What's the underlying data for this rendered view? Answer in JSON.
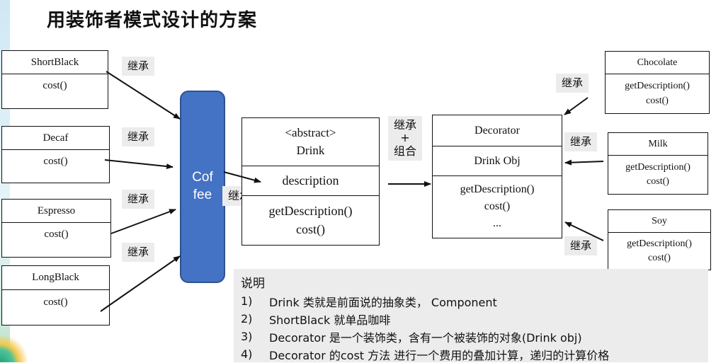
{
  "title": "用装饰者模式设计的方案",
  "inherit_label": "继承",
  "inherit_compose_label": [
    "继承",
    "+",
    "组合"
  ],
  "coffee_label": [
    "Cof",
    "fee"
  ],
  "left_classes": [
    {
      "name": "ShortBlack",
      "method": "cost()"
    },
    {
      "name": "Decaf",
      "method": "cost()"
    },
    {
      "name": "Espresso",
      "method": "cost()"
    },
    {
      "name": "LongBlack",
      "method": "cost()"
    }
  ],
  "drink": {
    "stereotype": "<abstract>",
    "name": "Drink",
    "field": "description",
    "methods": [
      "getDescription()",
      "cost()"
    ]
  },
  "decorator": {
    "name": "Decorator",
    "field": "Drink Obj",
    "methods": [
      "getDescription()",
      "cost()",
      "..."
    ]
  },
  "right_classes": [
    {
      "name": "Chocolate",
      "methods": [
        "getDescription()",
        "cost()"
      ]
    },
    {
      "name": "Milk",
      "methods": [
        "getDescription()",
        "cost()"
      ]
    },
    {
      "name": "Soy",
      "methods": [
        "getDescription()",
        "cost()"
      ]
    }
  ],
  "notes": {
    "heading": "说明",
    "items": [
      {
        "num": "1)",
        "text": "Drink 类就是前面说的抽象类， Component"
      },
      {
        "num": "2)",
        "text": "ShortBlack 就单品咖啡"
      },
      {
        "num": "3)",
        "text": "Decorator 是一个装饰类，含有一个被装饰的对象(Drink obj)"
      },
      {
        "num": "4)",
        "text": "Decorator 的cost 方法 进行一个费用的叠加计算，递归的计算价格"
      }
    ]
  }
}
